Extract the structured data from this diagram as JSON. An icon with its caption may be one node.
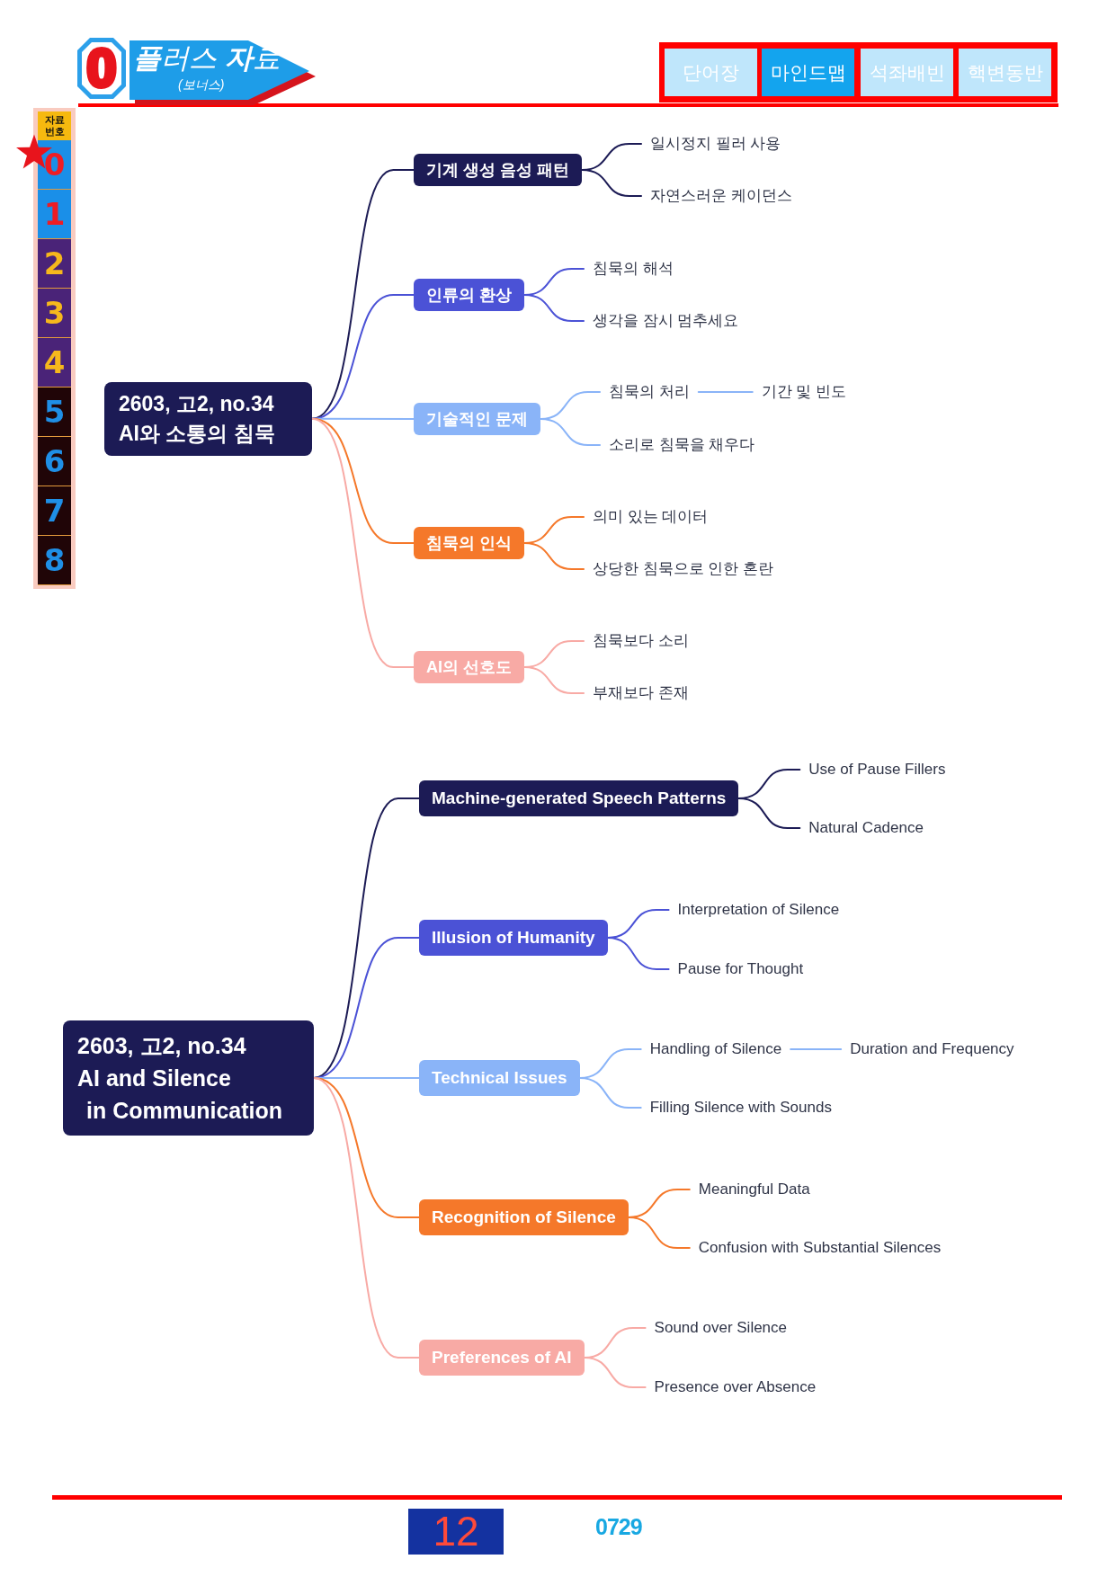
{
  "diagram": {
    "nodes": [
      {
        "text": [
          "2603, 고2, no.34",
          "AI와 소통의 침묵"
        ]
      },
      {
        "text": [
          "기계 생성 음성 패턴"
        ]
      },
      {
        "text": [
          "일시정지 필러 사용"
        ]
      },
      {
        "text": [
          "자연스러운 케이던스"
        ]
      },
      {
        "text": [
          "인류의 환상"
        ]
      },
      {
        "text": [
          "침묵의 해석"
        ]
      },
      {
        "text": [
          "생각을 잠시 멈추세요"
        ]
      },
      {
        "text": [
          "기술적인 문제"
        ]
      },
      {
        "text": [
          "침묵의 처리"
        ]
      },
      {
        "text": [
          "기간 및 빈도"
        ]
      },
      {
        "text": [
          "소리로 침묵을 채우다"
        ]
      },
      {
        "text": [
          "침묵의 인식"
        ]
      },
      {
        "text": [
          "의미 있는 데이터"
        ]
      },
      {
        "text": [
          "상당한 침묵으로 인한 혼란"
        ]
      },
      {
        "text": [
          "AI의 선호도"
        ]
      },
      {
        "text": [
          "침묵보다 소리"
        ]
      },
      {
        "text": [
          "부재보다 존재"
        ]
      },
      {
        "text": [
          "2603, 고2, no.34",
          "AI and Silence in Communication"
        ]
      },
      {
        "text": [
          "Machine-generated Speech Patterns"
        ]
      },
      {
        "text": [
          "Use of Pause Fillers"
        ]
      },
      {
        "text": [
          "Natural Cadence"
        ]
      },
      {
        "text": [
          "Illusion of Humanity"
        ]
      },
      {
        "text": [
          "Interpretation of Silence"
        ]
      },
      {
        "text": [
          "Pause for Thought"
        ]
      },
      {
        "text": [
          "Technical Issues"
        ]
      },
      {
        "text": [
          "Handling of Silence"
        ]
      },
      {
        "text": [
          "Duration and Frequency"
        ]
      },
      {
        "text": [
          "Filling Silence with Sounds"
        ]
      },
      {
        "text": [
          "Recognition of Silence"
        ]
      },
      {
        "text": [
          "Meaningful Data"
        ]
      },
      {
        "text": [
          "Confusion with Substantial Silences"
        ]
      },
      {
        "text": [
          "Preferences of AI"
        ]
      },
      {
        "text": [
          "Sound over Silence"
        ]
      },
      {
        "text": [
          "Presence over Absence"
        ]
      }
    ],
    "edges": [
      {
        "from": 0,
        "to": 1,
        "arrow": "none",
        "color": "#1c1b55"
      },
      {
        "from": 1,
        "to": 2,
        "arrow": "none",
        "color": "#1c1b55"
      },
      {
        "from": 1,
        "to": 3,
        "arrow": "none",
        "color": "#1c1b55"
      },
      {
        "from": 0,
        "to": 4,
        "arrow": "none",
        "color": "#4b52d6"
      },
      {
        "from": 4,
        "to": 5,
        "arrow": "none",
        "color": "#4b52d6"
      },
      {
        "from": 4,
        "to": 6,
        "arrow": "none",
        "color": "#4b52d6"
      },
      {
        "from": 0,
        "to": 7,
        "arrow": "none",
        "color": "#8ab4f8"
      },
      {
        "from": 7,
        "to": 8,
        "arrow": "none",
        "color": "#8ab4f8"
      },
      {
        "from": 8,
        "to": 9,
        "arrow": "none",
        "color": "#8ab4f8"
      },
      {
        "from": 7,
        "to": 10,
        "arrow": "none",
        "color": "#8ab4f8"
      },
      {
        "from": 0,
        "to": 11,
        "arrow": "none",
        "color": "#f5782a"
      },
      {
        "from": 11,
        "to": 12,
        "arrow": "none",
        "color": "#f5782a"
      },
      {
        "from": 11,
        "to": 13,
        "arrow": "none",
        "color": "#f5782a"
      },
      {
        "from": 0,
        "to": 14,
        "arrow": "none",
        "color": "#f8aaa5"
      },
      {
        "from": 14,
        "to": 15,
        "arrow": "none",
        "color": "#f8aaa5"
      },
      {
        "from": 14,
        "to": 16,
        "arrow": "none",
        "color": "#f8aaa5"
      },
      {
        "from": 17,
        "to": 18,
        "arrow": "none",
        "color": "#1c1b55"
      },
      {
        "from": 18,
        "to": 19,
        "arrow": "none",
        "color": "#1c1b55"
      },
      {
        "from": 18,
        "to": 20,
        "arrow": "none",
        "color": "#1c1b55"
      },
      {
        "from": 17,
        "to": 21,
        "arrow": "none",
        "color": "#4b52d6"
      },
      {
        "from": 21,
        "to": 22,
        "arrow": "none",
        "color": "#4b52d6"
      },
      {
        "from": 21,
        "to": 23,
        "arrow": "none",
        "color": "#4b52d6"
      },
      {
        "from": 17,
        "to": 24,
        "arrow": "none",
        "color": "#8ab4f8"
      },
      {
        "from": 24,
        "to": 25,
        "arrow": "none",
        "color": "#8ab4f8"
      },
      {
        "from": 25,
        "to": 26,
        "arrow": "none",
        "color": "#8ab4f8"
      },
      {
        "from": 24,
        "to": 27,
        "arrow": "none",
        "color": "#8ab4f8"
      },
      {
        "from": 17,
        "to": 28,
        "arrow": "none",
        "color": "#f5782a"
      },
      {
        "from": 28,
        "to": 29,
        "arrow": "none",
        "color": "#f5782a"
      },
      {
        "from": 28,
        "to": 30,
        "arrow": "none",
        "color": "#f5782a"
      },
      {
        "from": 17,
        "to": 31,
        "arrow": "none",
        "color": "#f8aaa5"
      },
      {
        "from": 31,
        "to": 32,
        "arrow": "none",
        "color": "#f8aaa5"
      },
      {
        "from": 31,
        "to": 33,
        "arrow": "none",
        "color": "#f8aaa5"
      }
    ],
    "labels": [
      "0",
      "**플**러스 **자**료",
      "(보너스)",
      "단어장",
      "마인드맵",
      "석좌배빈",
      "핵변동반",
      "자료 번호",
      "0",
      "1",
      "2",
      "3",
      "4",
      "5",
      "6",
      "7",
      "8",
      "12",
      "0729"
    ]
  }
}
